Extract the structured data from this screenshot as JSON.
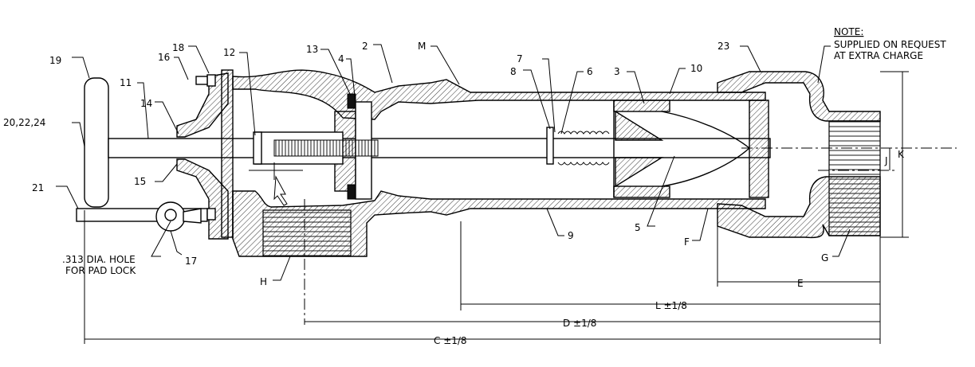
{
  "diagram": {
    "note": {
      "heading": "NOTE:",
      "line1": "SUPPLIED ON REQUEST",
      "line2": "AT EXTRA CHARGE"
    },
    "parts": {
      "p19": "19",
      "p16": "16",
      "p18": "18",
      "p12": "12",
      "p11": "11",
      "p14": "14",
      "p202224": "20,22,24",
      "p15": "15",
      "p21": "21",
      "p17": "17",
      "p13": "13",
      "p4": "4",
      "p2": "2",
      "pM": "M",
      "p7": "7",
      "p8": "8",
      "p6": "6",
      "p3": "3",
      "p10": "10",
      "p23": "23",
      "p5": "5",
      "p9": "9",
      "pF": "F",
      "pG": "G",
      "pH": "H",
      "pJ": "J",
      "pK": "K",
      "pE": "E"
    },
    "hole_note": {
      "line1": ".313 DIA. HOLE",
      "line2": "FOR PAD LOCK"
    },
    "dims": {
      "L": "L ±1/8",
      "D": "D ±1/8",
      "C": "C ±1/8"
    }
  }
}
